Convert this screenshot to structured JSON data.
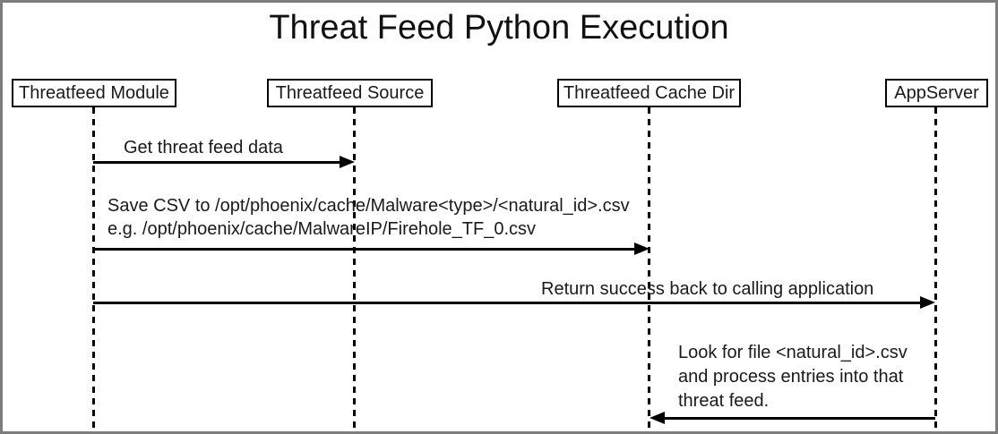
{
  "title": "Threat Feed Python Execution",
  "diagram_type": "sequence-diagram",
  "colors": {
    "line": "#000000",
    "background": "#ffffff",
    "frame_border": "#7d7d7d",
    "text": "#1a1a1a"
  },
  "participants": [
    {
      "id": "threatfeed-module",
      "label": "Threatfeed Module"
    },
    {
      "id": "threatfeed-source",
      "label": "Threatfeed Source"
    },
    {
      "id": "threatfeed-cache-dir",
      "label": "Threatfeed Cache Dir"
    },
    {
      "id": "appserver",
      "label": "AppServer"
    }
  ],
  "messages": [
    {
      "from": "Threatfeed Module",
      "to": "Threatfeed Source",
      "direction": "right",
      "lines": [
        "Get threat feed data"
      ]
    },
    {
      "from": "Threatfeed Module",
      "to": "Threatfeed Cache Dir",
      "direction": "right",
      "lines": [
        "Save CSV to /opt/phoenix/cache/Malware<type>/<natural_id>.csv",
        "e.g. /opt/phoenix/cache/MalwareIP/Firehole_TF_0.csv"
      ]
    },
    {
      "from": "Threatfeed Module",
      "to": "AppServer",
      "direction": "right",
      "lines": [
        "Return success back to calling application"
      ]
    },
    {
      "from": "AppServer",
      "to": "Threatfeed Cache Dir",
      "direction": "left",
      "lines": [
        "Look for file <natural_id>.csv",
        "and process entries into that",
        "threat feed."
      ]
    }
  ]
}
